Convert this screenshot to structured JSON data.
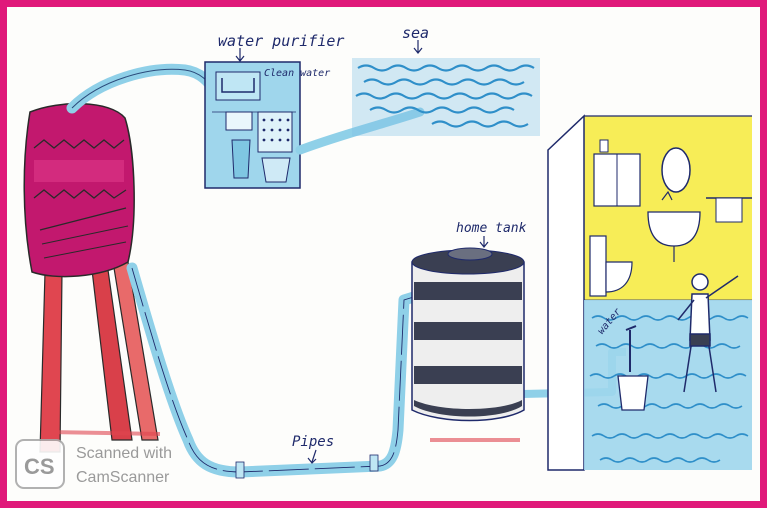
{
  "labels": {
    "water_purifier": "water purifier",
    "sea": "sea",
    "clean_water": "Clean water",
    "home_tank": "home tank",
    "pipes": "Pipes",
    "water": "water"
  },
  "watermark": {
    "logo": "CS",
    "line1": "Scanned with",
    "line2": "CamScanner"
  },
  "colors": {
    "border": "#e0197a",
    "tank_magenta": "#c2186e",
    "legs_red": "#d9404a",
    "pipe_blue": "#8fd0e8",
    "sea_blue": "#2f8fc9",
    "wall_yellow": "#f6ea3a",
    "ink": "#1f2a6b"
  }
}
